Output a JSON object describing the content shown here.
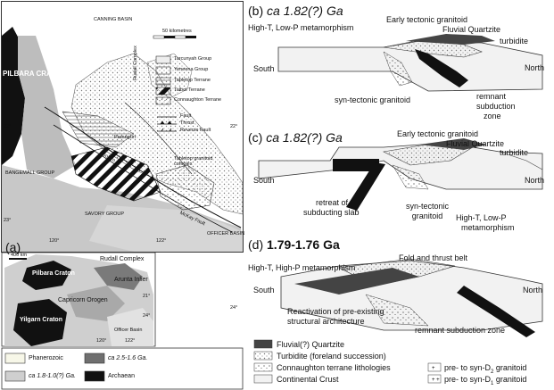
{
  "map": {
    "panel_label": "(a)",
    "scale_label": "50 kilometres",
    "region_labels": {
      "canning_basin": "CANNING BASIN",
      "pilbara_craton": "PILBARA CRATON",
      "bangemall_group": "BANGEMALL GROUP",
      "savory_group": "SAVORY GROUP",
      "officer_basin": "OFFICER BASIN",
      "parnngurr": "Parnngurr",
      "tabletop_complex": "Tabletop granitoid complex",
      "coolbro": "Coolbro F",
      "mcKay_fault": "McKay Fault"
    },
    "coords": {
      "lat21": "21°",
      "lat22": "22°",
      "lat22r": "22°",
      "lat23": "23°",
      "lat24": "24°",
      "lon120": "120°",
      "lon122": "122°"
    },
    "legend_side_label": "Rudall Complex",
    "legend": [
      {
        "label": "Tarcunyah Group"
      },
      {
        "label": "Yeneena Group"
      },
      {
        "label": "Tabletop Terrane"
      },
      {
        "label": "Talbot Terrane"
      },
      {
        "label": "Connaughton Terrane"
      }
    ],
    "fault_legend": [
      "Fault",
      "Thrust",
      "Reverse Fault"
    ]
  },
  "inset": {
    "scale_label": "400 km",
    "pilbara": "Pilbara Craton",
    "rudall": "Rudall Complex",
    "arunta": "Arunta Inlier",
    "capricorn": "Capricorn Orogen",
    "yilgarn": "Yilgarn Craton",
    "officer": "Officer Basin",
    "lon120": "120°",
    "lon122": "122°",
    "lat21": "21°",
    "lat24": "24°"
  },
  "bottom_legend": {
    "phanerozoic": "Phanerozoic",
    "ca2516": "ca 2.5-1.6 Ga.",
    "ca18": "ca 1.8-1.0(?) Ga.",
    "archaean": "Archaean"
  },
  "section_b": {
    "label": "(b)",
    "age": "ca 1.82(?) Ga",
    "metamorphism": "High-T, Low-P metamorphism",
    "early_granitoid": "Early tectonic granitoid",
    "fluvial": "Fluvial Quartzite",
    "turbidite": "turbidite",
    "south": "South",
    "north": "North",
    "syn_granitoid": "syn-tectonic granitoid",
    "remnant1": "remnant",
    "remnant2": "subduction",
    "remnant3": "zone"
  },
  "section_c": {
    "label": "(c)",
    "age": "ca 1.82(?) Ga",
    "early_granitoid": "Early tectonic granitoid",
    "fluvial": "Fluvial Quartzite",
    "turbidite": "turbidite",
    "south": "South",
    "north": "North",
    "retreat1": "retreat of",
    "retreat2": "subducting slab",
    "syn1": "syn-tectonic",
    "syn2": "granitoid",
    "meta1": "High-T, Low-P",
    "meta2": "metamorphism"
  },
  "section_d": {
    "label": "(d)",
    "age": "1.79-1.76 Ga",
    "metamorphism": "High-T, High-P metamorphism",
    "fold": "Fold and thrust belt",
    "south": "South",
    "north": "North",
    "react1": "Reactivation of pre-existing",
    "react2": "structural architecture",
    "remnant": "remnant subduction zone"
  },
  "section_legend": {
    "fluvial": "Fluvial(?) Quartzite",
    "turbidite": "Turbidite (foreland succession)",
    "connaughton": "Connaughton terrane lithologies",
    "crust": "Continental Crust",
    "preD2": "pre- to syn-D",
    "preD2_sub": "2",
    "preD2_tail": " granitoid",
    "preD1": "pre- to syn-D",
    "preD1_sub": "1",
    "preD1_tail": " granitoid"
  }
}
